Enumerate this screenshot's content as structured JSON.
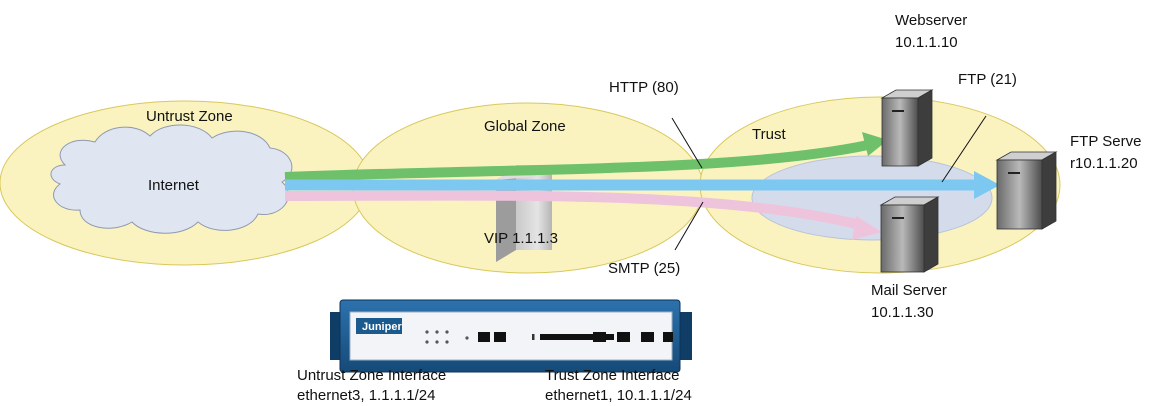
{
  "zones": {
    "untrust": "Untrust Zone",
    "global": "Global Zone",
    "trust": "Trust"
  },
  "internet": "Internet",
  "vip": "VIP 1.1.1.3",
  "services": {
    "http": "HTTP (80)",
    "ftp": "FTP (21)",
    "smtp": "SMTP (25)"
  },
  "servers": {
    "web": {
      "name": "Webserver",
      "ip": "10.1.1.10"
    },
    "ftp": {
      "name": "FTP Serve",
      "ip": "r10.1.1.20"
    },
    "mail": {
      "name": "Mail Server",
      "ip": "10.1.1.30"
    }
  },
  "device": {
    "brand": "Juniper"
  },
  "interfaces": {
    "untrust": {
      "name": "Untrust Zone Interface",
      "detail": "ethernet3, 1.1.1.1/24"
    },
    "trust": {
      "name": "Trust Zone Interface",
      "detail": "ethernet1, 10.1.1.1/24"
    }
  },
  "colors": {
    "zone_fill": "#faf3c0",
    "zone_stroke": "#d9c85a",
    "cloud_fill": "#dfe6f2",
    "subnet_fill": "#d4dcec",
    "http_arrow": "#6fc06a",
    "ftp_arrow": "#7cc8f0",
    "smtp_arrow": "#eec4dc",
    "device_blue": "#1b5a8f"
  }
}
